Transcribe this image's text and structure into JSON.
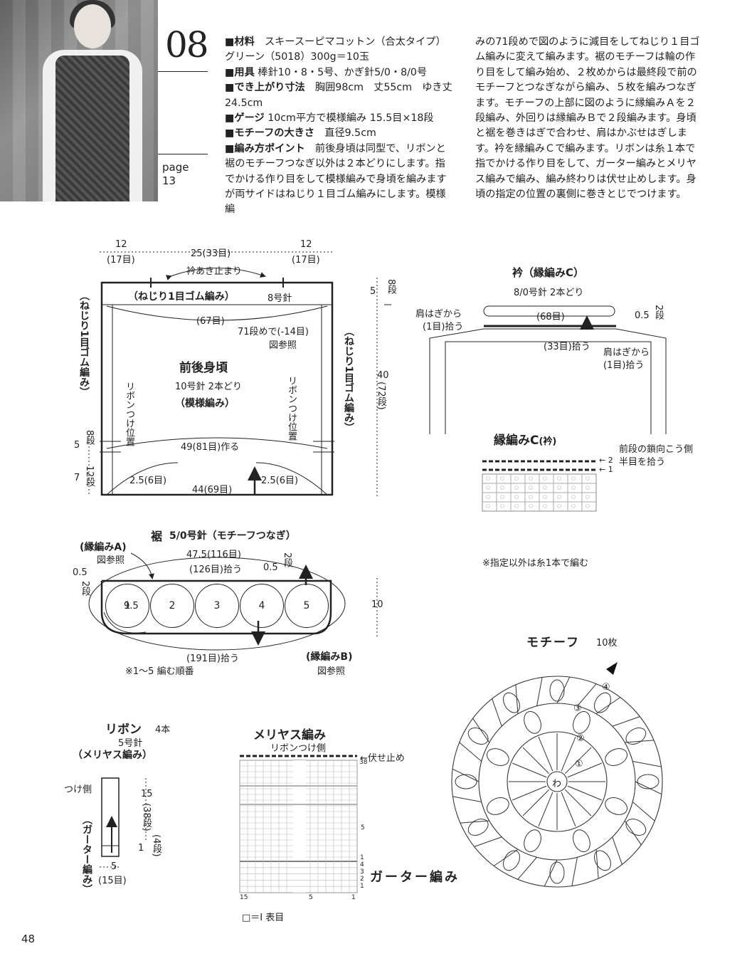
{
  "pattern_number": "08",
  "page_ref_label": "page",
  "page_ref_number": "13",
  "description_col1": [
    {
      "head": "■材料",
      "text": "スキースーピマコットン（合太タイプ）グリーン（5018）300g＝10玉"
    },
    {
      "head": "■用具",
      "text": "棒針10・8・5号、かぎ針5/0・8/0号"
    },
    {
      "head": "■でき上がり寸法",
      "text": "胸囲98cm　丈55cm　ゆき丈24.5cm"
    },
    {
      "head": "■ゲージ",
      "text": "10cm平方で模様編み 15.5目×18段"
    },
    {
      "head": "■モチーフの大きさ",
      "text": "直径9.5cm"
    },
    {
      "head": "■編み方ポイント",
      "text": "前後身頃は同型で、リボンと裾のモチーフつなぎ以外は２本どりにします。指でかける作り目をして模様編みで身頃を編みますが両サイドはねじり１目ゴム編みにします。模様編"
    }
  ],
  "description_col2": "みの71段めで図のように減目をしてねじり１目ゴム編みに変えて編みます。裾のモチーフは輪の作り目をして編み始め、２枚めからは最終段で前のモチーフとつなぎながら編み、５枚を編みつなぎます。モチーフの上部に図のように縁編みＡを２段編み、外回りは縁編みＢで２段編みます。身頃と裾を巻きはぎで合わせ、肩はかぶせはぎします。衿を縁編みＣで編みます。リボンは糸１本で指でかける作り目をして、ガーター編みとメリヤス編みで編み、編み終わりは伏せ止めします。身頃の指定の位置の裏側に巻きとじでつけます。",
  "body": {
    "top_dims": [
      [
        "12",
        "(17目)"
      ],
      [
        "25(33目)",
        ""
      ],
      [
        "12",
        "(17目)"
      ]
    ],
    "neck_stop": "衿あき止まり",
    "top_band": "（ねじり1目ゴム編み）",
    "top_band_needle": "8号針",
    "st67": "(67目)",
    "dec_note": "71段めで(-14目)",
    "see_fig": "図参照",
    "title": "前後身頃",
    "needle": "10号針  2本どり",
    "pattern": "（模様編み）",
    "side_left": "（ねじり1目ゴム編み）",
    "side_right": "（ねじり1目ゴム編み）",
    "ribbon_pos": "リボンつけ位置",
    "cast_on": "49(81目)作る",
    "bottom": "44(69目)",
    "corner": "2.5(6目)",
    "right_dims": [
      "5",
      "8段",
      "40",
      "(72段)"
    ],
    "left_dims": [
      "5",
      "8段",
      "7",
      "12段"
    ]
  },
  "collar": {
    "title": "衿（縁編みC）",
    "needle": "8/0号針 2本どり",
    "st68": "(68目)",
    "shoulder": "肩はぎから",
    "st1": "(1目)拾う",
    "st33": "(33目)拾う",
    "d05": "0.5",
    "d2": "2段"
  },
  "edge_c": {
    "title": "縁編みC",
    "sub": "(衿)",
    "note1": "前段の鎖向こう側",
    "note2": "半目を拾う",
    "rows": [
      "2",
      "1"
    ]
  },
  "note_single": "※指定以外は糸1本で編む",
  "hem": {
    "title": "裾",
    "needle": "5/0号針（モチーフつなぎ）",
    "edge_a": "(縁編みA)",
    "see_a": "図参照",
    "w": "47.5(116目)",
    "st126": "(126目)拾う",
    "d05": "0.5",
    "d2": "2段",
    "motifs": [
      "1",
      "2",
      "3",
      "4",
      "5"
    ],
    "dia": "9.5",
    "h10": "10",
    "st191": "(191目)拾う",
    "edge_b": "(縁編みB)",
    "see_b": "図参照",
    "order": "※1〜5 編む順番"
  },
  "ribbon": {
    "title": "リボン",
    "count": "4本",
    "needle": "5号針",
    "pattern": "（メリヤス編み）",
    "attach": "つけ側",
    "garter": "（ガーター編み）",
    "h15": "15",
    "r38": "(38段)",
    "h1": "1",
    "r4": "(4段)",
    "w5": "5",
    "st15": "(15目)"
  },
  "stockinette": {
    "title": "メリヤス編み",
    "sub": "リボンつけ側",
    "bindoff": "←伏せ止め",
    "r38": "38",
    "r5": "5",
    "garter_label": "ガーター編み",
    "garter_rows": [
      "1",
      "4",
      "3",
      "2",
      "1"
    ],
    "cols": [
      "15",
      "5",
      "1"
    ],
    "legend": "□＝Ⅰ 表目"
  },
  "motif": {
    "title": "モチーフ",
    "count": "10枚",
    "rounds": [
      "④",
      "③",
      "②",
      "①"
    ],
    "ring": "わ"
  },
  "page_number": "48"
}
